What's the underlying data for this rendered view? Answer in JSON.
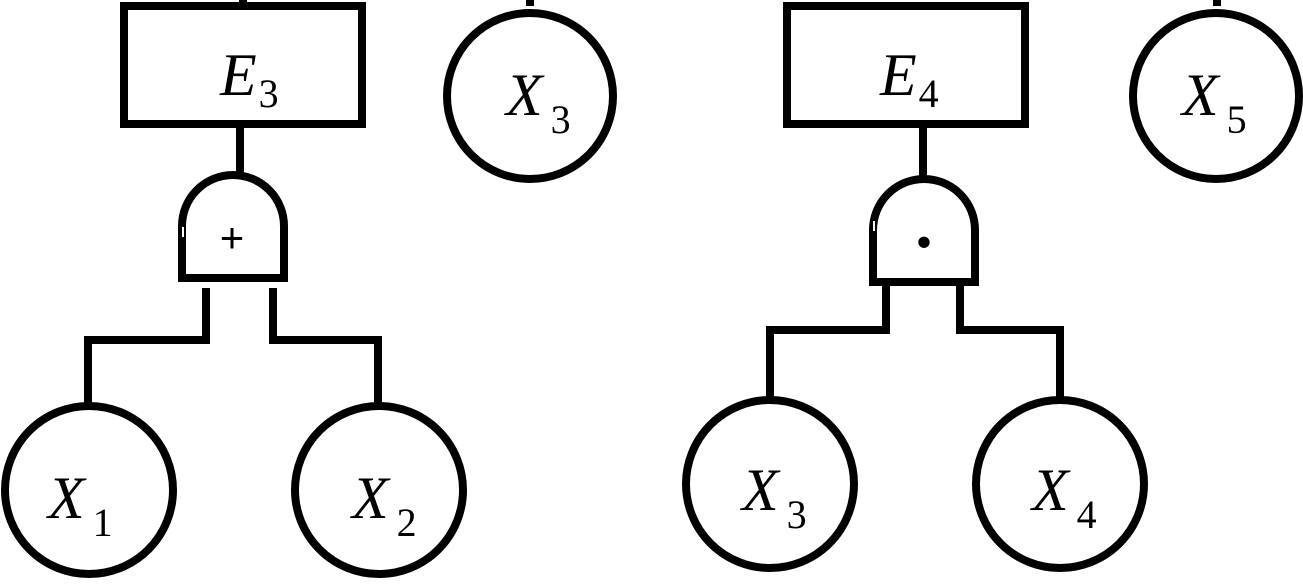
{
  "tree_left": {
    "event": {
      "letter": "E",
      "sub": "3"
    },
    "side_node": {
      "letter": "X",
      "sub": "3"
    },
    "gate": {
      "symbol": "+"
    },
    "children": [
      {
        "letter": "X",
        "sub": "1"
      },
      {
        "letter": "X",
        "sub": "2"
      }
    ]
  },
  "tree_right": {
    "event": {
      "letter": "E",
      "sub": "4"
    },
    "side_node": {
      "letter": "X",
      "sub": "5"
    },
    "gate": {
      "symbol": "•"
    },
    "children": [
      {
        "letter": "X",
        "sub": "3"
      },
      {
        "letter": "X",
        "sub": "4"
      }
    ]
  }
}
